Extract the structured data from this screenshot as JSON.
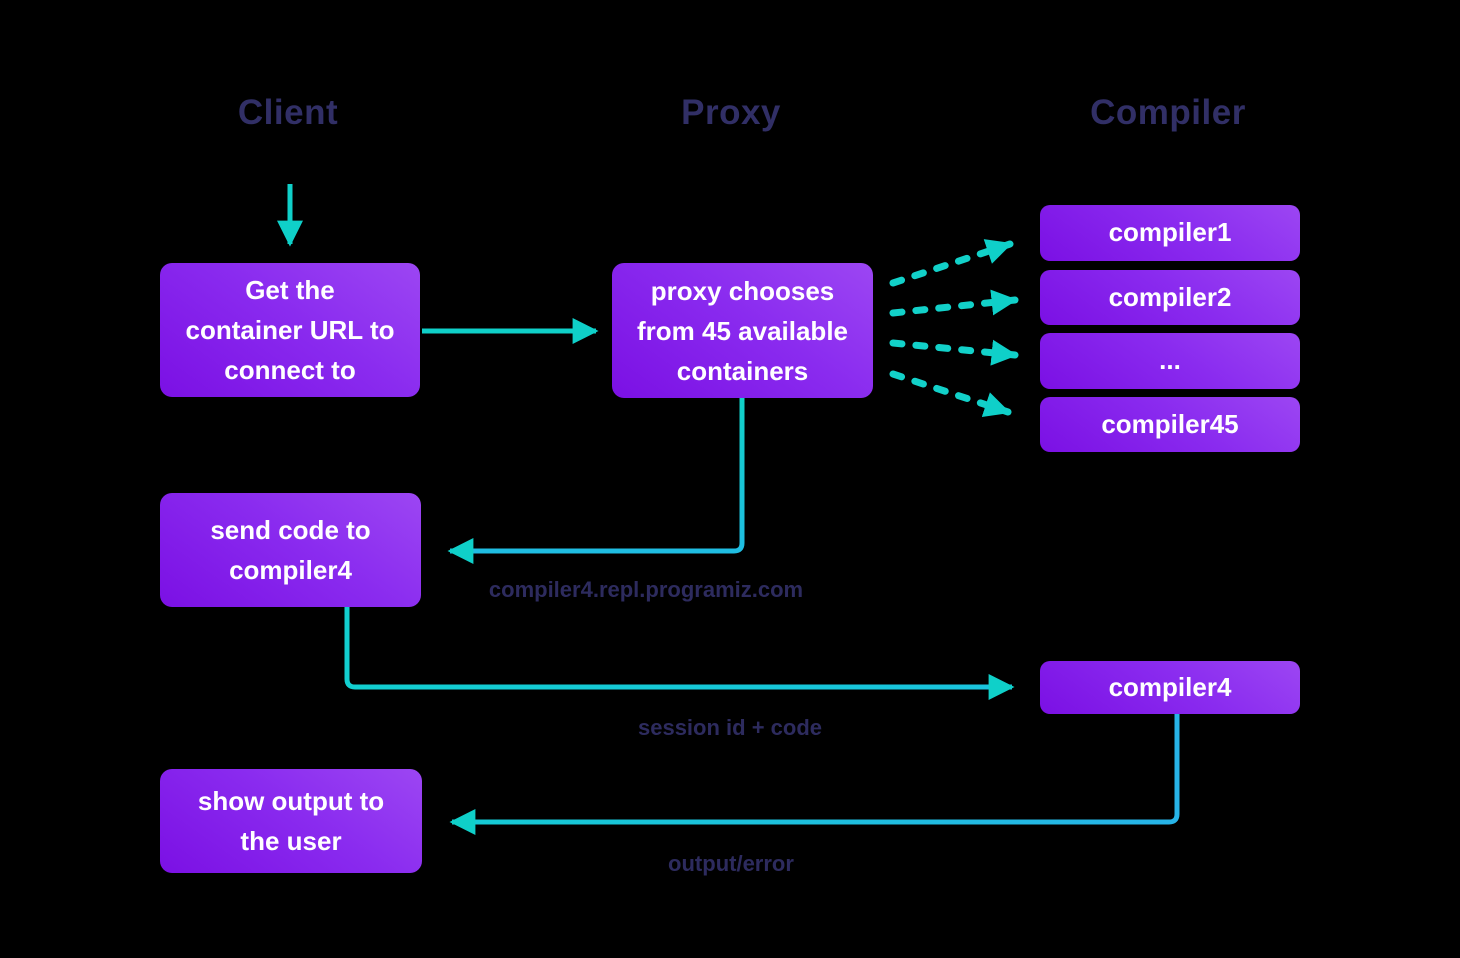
{
  "diagram": {
    "background": "#000000",
    "colors": {
      "node_gradient_top": "#9c46f3",
      "node_gradient_bottom": "#7b10e4",
      "node_text": "#ffffff",
      "heading_text": "#312f66",
      "edge_label_text": "#2d2b5e",
      "arrow_teal": "#0fd0c9",
      "arrow_blue": "#27b4e8"
    },
    "headings": {
      "client": "Client",
      "proxy": "Proxy",
      "compiler": "Compiler"
    },
    "nodes": {
      "get_url": [
        "Get the",
        "container URL to",
        "connect to"
      ],
      "proxy_chooses": [
        "proxy chooses",
        "from 45 available",
        "containers"
      ],
      "send_code": [
        "send code to",
        "compiler4"
      ],
      "show_output": [
        "show output to",
        "the user"
      ],
      "compiler1": "compiler1",
      "compiler2": "compiler2",
      "compiler_dots": "...",
      "compiler45": "compiler45",
      "compiler4": "compiler4"
    },
    "edge_labels": {
      "container_url": "compiler4.repl.programiz.com",
      "session_code": "session id + code",
      "output_error": "output/error"
    }
  }
}
